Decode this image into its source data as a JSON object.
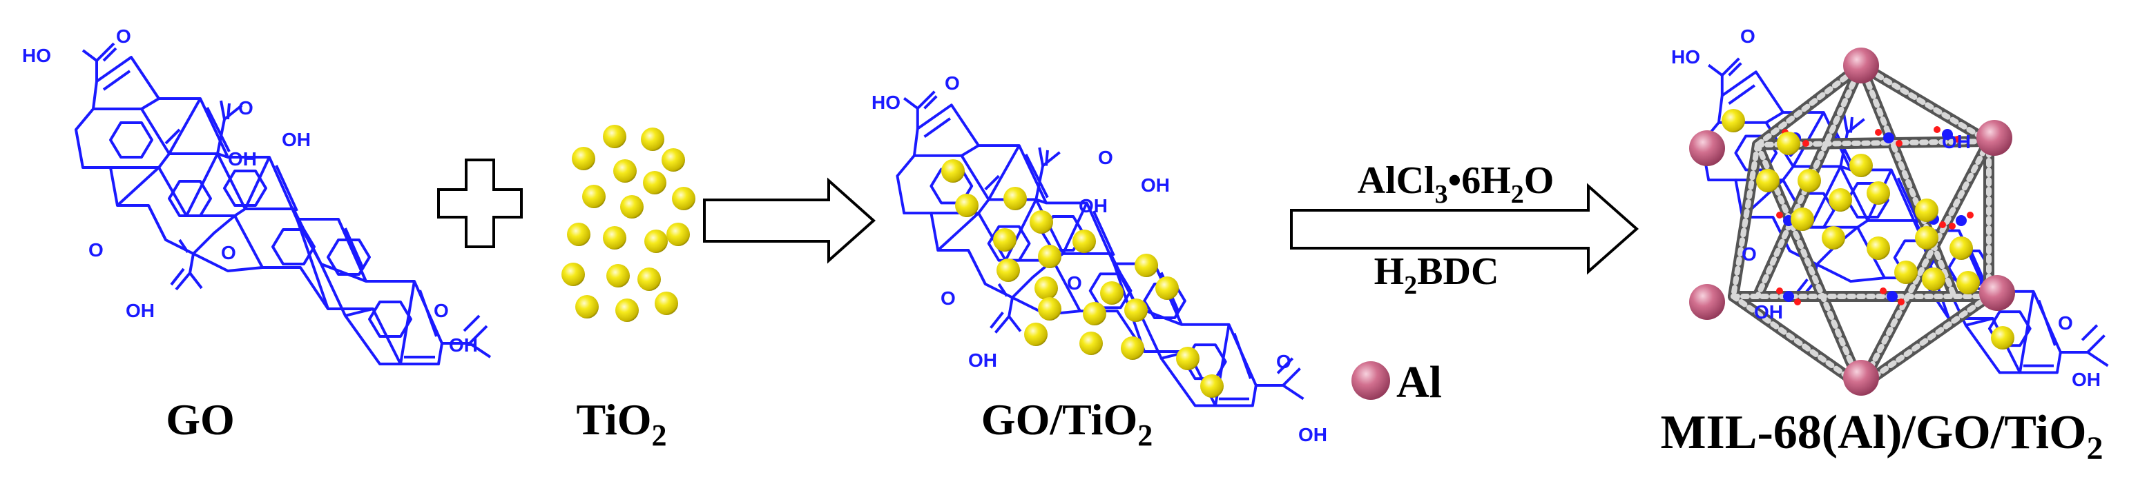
{
  "colors": {
    "bond": "#1a1aff",
    "label_blue": "#1a1aff",
    "tio2_fill": "#f2e600",
    "tio2_edge": "#9a8a00",
    "al_fill": "#c8577e",
    "linker_dark": "#5a5a5a",
    "linker_light": "#d8d8d8",
    "oxygen_red": "#ff1a1a",
    "metal_node_blue": "#1a1aff",
    "text_black": "#000000"
  },
  "groups": {
    "cooh": {
      "ho": "HO",
      "o": "O",
      "oh": "OH"
    },
    "oh": "OH",
    "bridge_o": "O"
  },
  "labels": {
    "go": "GO",
    "tio2_main": "TiO",
    "tio2_sub": "2",
    "go_tio2_main": "GO/TiO",
    "go_tio2_sub": "2",
    "mil_main": "MIL-68(Al)/GO/TiO",
    "mil_sub": "2",
    "legend_al": "Al"
  },
  "reagents": {
    "top": {
      "a": "AlCl",
      "s1": "3",
      "b": "•6H",
      "s2": "2",
      "c": "O"
    },
    "bottom": {
      "a": "H",
      "s1": "2",
      "b": "BDC"
    }
  },
  "icons": [
    "plus-icon",
    "arrow-right-icon",
    "tio2-nanoparticle-icon",
    "al-atom-icon"
  ]
}
